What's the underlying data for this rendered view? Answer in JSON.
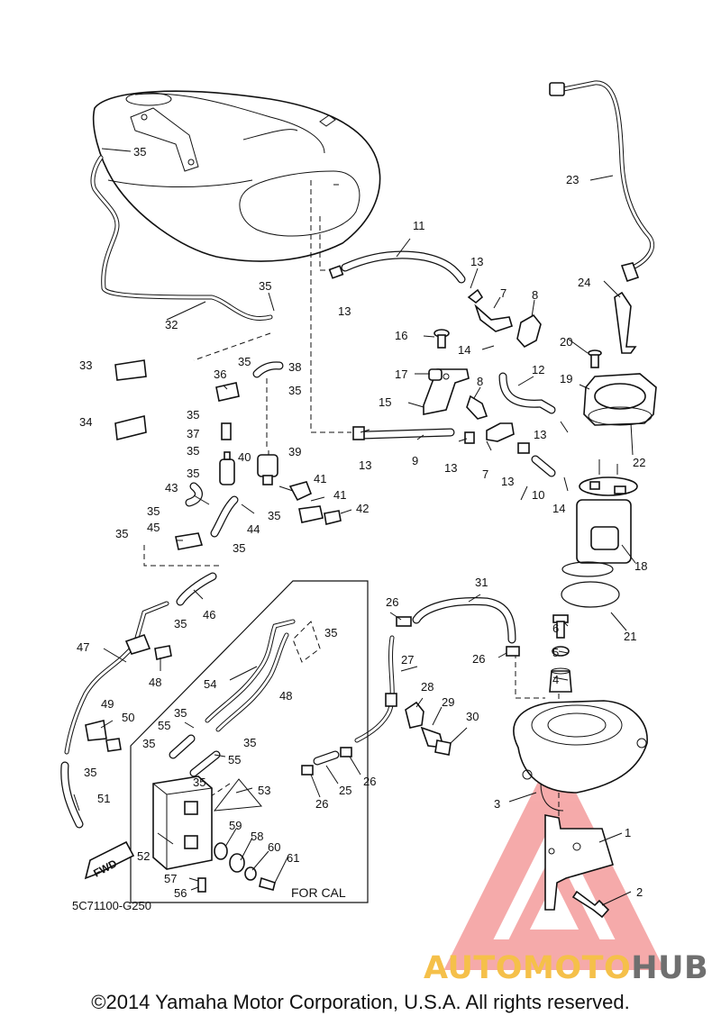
{
  "diagram": {
    "callouts": [
      "1",
      "2",
      "3",
      "4",
      "5",
      "6",
      "7",
      "7",
      "8",
      "8",
      "9",
      "10",
      "11",
      "12",
      "13",
      "13",
      "13",
      "13",
      "13",
      "13",
      "14",
      "14",
      "15",
      "16",
      "17",
      "18",
      "19",
      "20",
      "21",
      "22",
      "23",
      "24",
      "25",
      "26",
      "26",
      "26",
      "26",
      "27",
      "28",
      "29",
      "30",
      "31",
      "32",
      "33",
      "34",
      "35",
      "35",
      "35",
      "35",
      "35",
      "35",
      "35",
      "35",
      "35",
      "35",
      "35",
      "35",
      "35",
      "35",
      "35",
      "35",
      "36",
      "37",
      "38",
      "39",
      "40",
      "41",
      "41",
      "42",
      "43",
      "44",
      "45",
      "46",
      "47",
      "48",
      "48",
      "49",
      "50",
      "51",
      "52",
      "53",
      "54",
      "55",
      "55",
      "56",
      "57",
      "58",
      "59",
      "60",
      "61"
    ],
    "parts_shown": [
      "fuel-tank",
      "fuel-pump",
      "fuel-filler-bracket",
      "canister",
      "hoses",
      "clamps",
      "bolts"
    ],
    "drawing_code": "5C71100-G250",
    "region_label": "FOR CAL",
    "direction_label": "FWD"
  },
  "watermark": {
    "part1": "AUTOMOTO",
    "part2": "HUB",
    "color1": "#f5c04a",
    "color2": "#6f6f6f",
    "logo": "triangle-logo"
  },
  "copyright": "©2014 Yamaha Motor Corporation, U.S.A. All rights reserved."
}
